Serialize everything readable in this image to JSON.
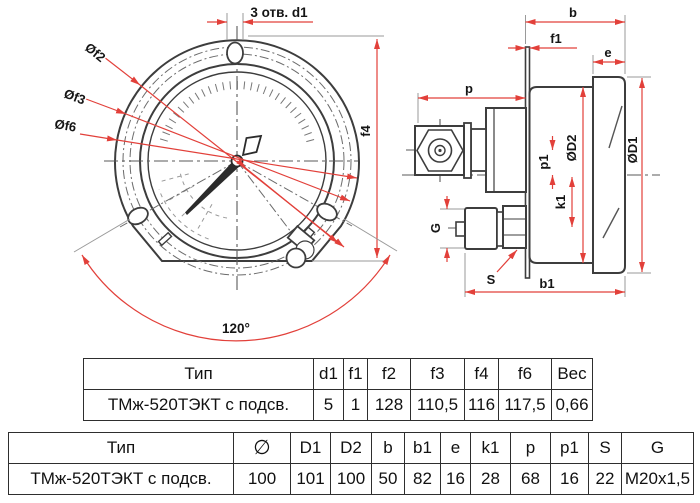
{
  "drawing": {
    "front": {
      "holes_label": "3 отв. d1",
      "f2_label": "Øf2",
      "f3_label": "Øf3",
      "f6_label": "Øf6",
      "f4_label": "f4",
      "angle_label": "120°"
    },
    "side": {
      "b_label": "b",
      "f1_label": "f1",
      "e_label": "e",
      "p_label": "p",
      "p1_label": "p1",
      "d2_label": "ØD2",
      "d1_label": "ØD1",
      "k1_label": "k1",
      "g_label": "G",
      "s_label": "S",
      "b1_label": "b1"
    },
    "colors": {
      "dimension_red": "#e2403a",
      "outline": "#3d3d3d"
    }
  },
  "tables": {
    "t1": {
      "headers": [
        "Тип",
        "d1",
        "f1",
        "f2",
        "f3",
        "f4",
        "f6",
        "Вес"
      ],
      "row": [
        "ТМж-520ТЭКТ с подсв.",
        "5",
        "1",
        "128",
        "110,5",
        "116",
        "117,5",
        "0,66"
      ]
    },
    "t2": {
      "headers": [
        "Тип",
        "∅",
        "D1",
        "D2",
        "b",
        "b1",
        "e",
        "k1",
        "p",
        "p1",
        "S",
        "G"
      ],
      "row": [
        "ТМж-520ТЭКТ с подсв.",
        "100",
        "101",
        "100",
        "50",
        "82",
        "16",
        "28",
        "68",
        "16",
        "22",
        "М20х1,5"
      ]
    }
  }
}
